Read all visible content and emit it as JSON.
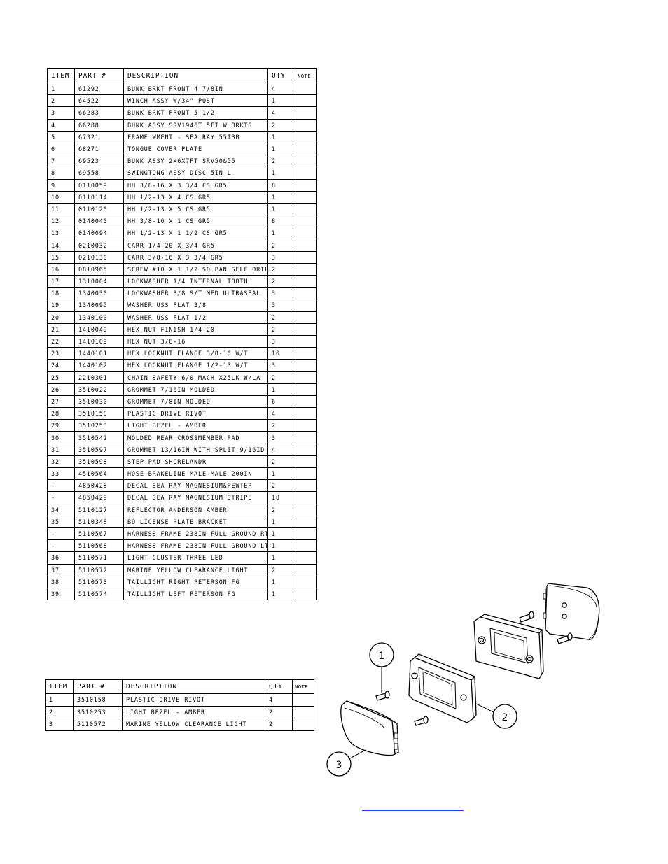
{
  "main_table": {
    "headers": {
      "item": "ITEM",
      "part": "PART #",
      "description": "DESCRIPTION",
      "qty": "QTY",
      "note": "NOTE"
    },
    "rows": [
      {
        "item": "1",
        "part": "61292",
        "description": "BUNK BRKT FRONT 4 7/8IN",
        "qty": "4",
        "note": ""
      },
      {
        "item": "2",
        "part": "64522",
        "description": "WINCH ASSY W/34\" POST",
        "qty": "1",
        "note": ""
      },
      {
        "item": "3",
        "part": "66283",
        "description": "BUNK BRKT FRONT 5 1/2",
        "qty": "4",
        "note": ""
      },
      {
        "item": "4",
        "part": "66288",
        "description": "BUNK ASSY SRV1946T 5FT W BRKTS",
        "qty": "2",
        "note": ""
      },
      {
        "item": "5",
        "part": "67321",
        "description": "FRAME WMENT - SEA RAY 55TBB",
        "qty": "1",
        "note": ""
      },
      {
        "item": "6",
        "part": "68271",
        "description": "TONGUE COVER PLATE",
        "qty": "1",
        "note": ""
      },
      {
        "item": "7",
        "part": "69523",
        "description": "BUNK ASSY 2X6X7FT SRV50&55",
        "qty": "2",
        "note": ""
      },
      {
        "item": "8",
        "part": "69558",
        "description": "SWINGTONG ASSY DISC 5IN L",
        "qty": "1",
        "note": ""
      },
      {
        "item": "9",
        "part": "0110059",
        "description": "HH 3/8-16 X 3 3/4 CS GR5",
        "qty": "8",
        "note": ""
      },
      {
        "item": "10",
        "part": "0110114",
        "description": "HH 1/2-13 X 4 CS GR5",
        "qty": "1",
        "note": ""
      },
      {
        "item": "11",
        "part": "0110120",
        "description": "HH 1/2-13 X 5 CS GR5",
        "qty": "1",
        "note": ""
      },
      {
        "item": "12",
        "part": "0140040",
        "description": "HH 3/8-16 X 1 CS GR5",
        "qty": "8",
        "note": ""
      },
      {
        "item": "13",
        "part": "0140094",
        "description": "HH 1/2-13 X 1 1/2 CS GR5",
        "qty": "1",
        "note": ""
      },
      {
        "item": "14",
        "part": "0210032",
        "description": "CARR 1/4-20 X 3/4 GR5",
        "qty": "2",
        "note": ""
      },
      {
        "item": "15",
        "part": "0210130",
        "description": "CARR 3/8-16 X 3 3/4 GR5",
        "qty": "3",
        "note": ""
      },
      {
        "item": "16",
        "part": "0810965",
        "description": "SCREW #10 X 1 1/2 SQ PAN SELF DRILL",
        "qty": "2",
        "note": ""
      },
      {
        "item": "17",
        "part": "1310004",
        "description": "LOCKWASHER 1/4 INTERNAL TOOTH",
        "qty": "2",
        "note": ""
      },
      {
        "item": "18",
        "part": "1340030",
        "description": "LOCKWASHER 3/8 S/T MED ULTRASEAL",
        "qty": "3",
        "note": ""
      },
      {
        "item": "19",
        "part": "1340095",
        "description": "WASHER USS FLAT 3/8",
        "qty": "3",
        "note": ""
      },
      {
        "item": "20",
        "part": "1340100",
        "description": "WASHER USS FLAT 1/2",
        "qty": "2",
        "note": ""
      },
      {
        "item": "21",
        "part": "1410049",
        "description": "HEX NUT FINISH 1/4-20",
        "qty": "2",
        "note": ""
      },
      {
        "item": "22",
        "part": "1410109",
        "description": "HEX NUT 3/8-16",
        "qty": "3",
        "note": ""
      },
      {
        "item": "23",
        "part": "1440101",
        "description": "HEX LOCKNUT FLANGE 3/8-16 W/T",
        "qty": "16",
        "note": ""
      },
      {
        "item": "24",
        "part": "1440102",
        "description": "HEX LOCKNUT FLANGE 1/2-13 W/T",
        "qty": "3",
        "note": ""
      },
      {
        "item": "25",
        "part": "2210301",
        "description": "CHAIN SAFETY 6/0 MACH X25LK W/LA",
        "qty": "2",
        "note": ""
      },
      {
        "item": "26",
        "part": "3510022",
        "description": "GROMMET  7/16IN MOLDED",
        "qty": "1",
        "note": ""
      },
      {
        "item": "27",
        "part": "3510030",
        "description": "GROMMET  7/8IN MOLDED",
        "qty": "6",
        "note": ""
      },
      {
        "item": "28",
        "part": "3510158",
        "description": "PLASTIC DRIVE RIVOT",
        "qty": "4",
        "note": ""
      },
      {
        "item": "29",
        "part": "3510253",
        "description": "LIGHT BEZEL - AMBER",
        "qty": "2",
        "note": ""
      },
      {
        "item": "30",
        "part": "3510542",
        "description": "MOLDED REAR CROSSMEMBER PAD",
        "qty": "3",
        "note": ""
      },
      {
        "item": "31",
        "part": "3510597",
        "description": "GROMMET 13/16IN  WITH SPLIT 9/16ID",
        "qty": "4",
        "note": ""
      },
      {
        "item": "32",
        "part": "3510598",
        "description": "STEP PAD SHORELANDR",
        "qty": "2",
        "note": ""
      },
      {
        "item": "33",
        "part": "4510564",
        "description": "HOSE BRAKELINE MALE-MALE 200IN",
        "qty": "1",
        "note": ""
      },
      {
        "item": "-",
        "part": "4850428",
        "description": "DECAL SEA RAY MAGNESIUM&PEWTER",
        "qty": "2",
        "note": ""
      },
      {
        "item": "-",
        "part": "4850429",
        "description": "DECAL SEA RAY MAGNESIUM STRIPE",
        "qty": "18",
        "note": ""
      },
      {
        "item": "34",
        "part": "5110127",
        "description": "REFLECTOR ANDERSON AMBER",
        "qty": "2",
        "note": ""
      },
      {
        "item": "35",
        "part": "5110348",
        "description": "BO LICENSE PLATE BRACKET",
        "qty": "1",
        "note": ""
      },
      {
        "item": "-",
        "part": "5110567",
        "description": "HARNESS FRAME 238IN FULL GROUND RT",
        "qty": "1",
        "note": ""
      },
      {
        "item": "-",
        "part": "5110568",
        "description": "HARNESS FRAME 238IN FULL GROUND LT",
        "qty": "1",
        "note": ""
      },
      {
        "item": "36",
        "part": "5110571",
        "description": "LIGHT CLUSTER THREE LED",
        "qty": "1",
        "note": ""
      },
      {
        "item": "37",
        "part": "5110572",
        "description": "MARINE YELLOW CLEARANCE LIGHT",
        "qty": "2",
        "note": ""
      },
      {
        "item": "38",
        "part": "5110573",
        "description": "TAILLIGHT RIGHT PETERSON FG",
        "qty": "1",
        "note": ""
      },
      {
        "item": "39",
        "part": "5110574",
        "description": "TAILLIGHT LEFT PETERSON FG",
        "qty": "1",
        "note": ""
      }
    ]
  },
  "sub_table": {
    "headers": {
      "item": "ITEM",
      "part": "PART #",
      "description": "DESCRIPTION",
      "qty": "QTY",
      "note": "NOTE"
    },
    "rows": [
      {
        "item": "1",
        "part": "3510158",
        "description": "PLASTIC DRIVE RIVOT",
        "qty": "4",
        "note": ""
      },
      {
        "item": "2",
        "part": "3510253",
        "description": "LIGHT BEZEL - AMBER",
        "qty": "2",
        "note": ""
      },
      {
        "item": "3",
        "part": "5110572",
        "description": "MARINE YELLOW CLEARANCE LIGHT",
        "qty": "2",
        "note": ""
      }
    ]
  },
  "diagram": {
    "callouts": [
      "1",
      "2",
      "3"
    ]
  },
  "colors": {
    "line": "#000000",
    "link": "#1a3cff"
  }
}
